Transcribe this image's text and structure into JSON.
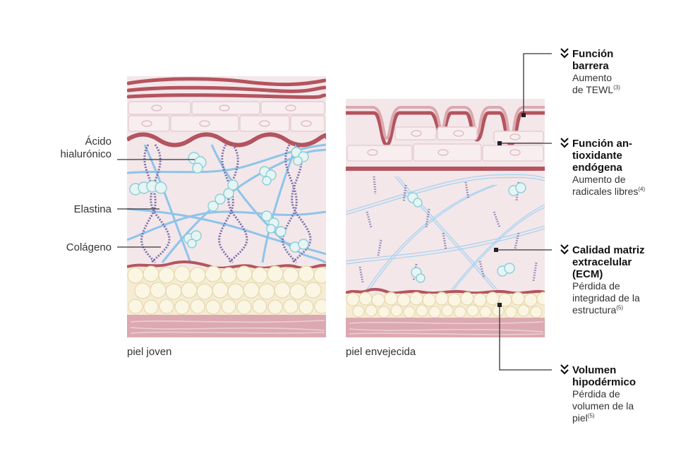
{
  "left_labels": {
    "hyaluronic_line1": "Ácido",
    "hyaluronic_line2": "hialurónico",
    "elastin": "Elastina",
    "collagen": "Colágeno"
  },
  "captions": {
    "young": "piel joven",
    "aged": "piel envejecida"
  },
  "callouts": [
    {
      "title_lines": [
        "Función",
        "barrera"
      ],
      "desc_lines": [
        "Aumento",
        "de TEWL"
      ],
      "ref": "(3)"
    },
    {
      "title_lines": [
        "Función an-",
        "tioxidante",
        "endógena"
      ],
      "desc_lines": [
        "Aumento de",
        "radicales libres"
      ],
      "ref": "(4)"
    },
    {
      "title_lines": [
        "Calidad matriz",
        "extracelular",
        "(ECM)"
      ],
      "desc_lines": [
        "Pérdida de",
        "integridad de la",
        "estructura"
      ],
      "ref": "(5)"
    },
    {
      "title_lines": [
        "Volumen",
        "hipodérmico"
      ],
      "desc_lines": [
        "Pérdida de",
        "volumen de la",
        "piel"
      ],
      "ref": "(5)"
    }
  ],
  "colors": {
    "epidermis_red": "#b4545e",
    "dermis": "#f1e4e8",
    "elastin": "#8ec4ea",
    "collagen": "#7a6fa8",
    "fat": "#f8f1dc",
    "hypodermis": "#dca9b0"
  }
}
